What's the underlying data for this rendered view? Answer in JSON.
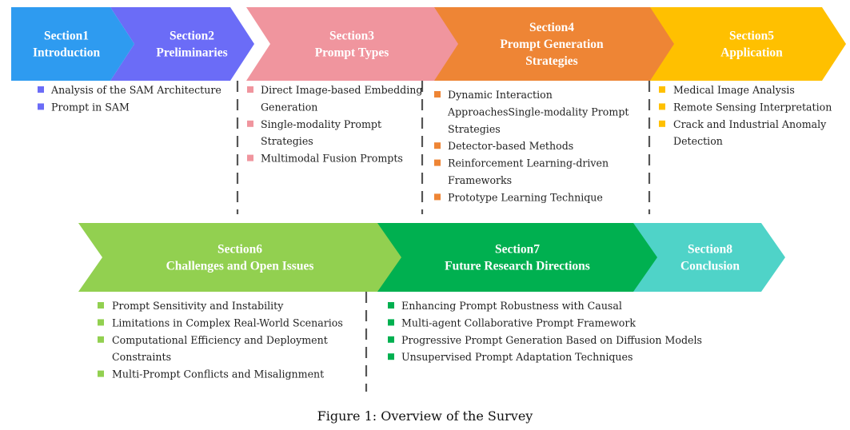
{
  "caption": "Figure 1: Overview of the Survey",
  "sections": [
    {
      "title": [
        "Section1",
        "Introduction"
      ],
      "color": "#2E9BF0",
      "items": [
        [
          "Analysis of the SAM Architecture"
        ],
        [
          "Prompt in SAM"
        ]
      ]
    },
    {
      "title": [
        "Section2",
        "Preliminaries"
      ],
      "color": "#6B6CF7",
      "items": []
    },
    {
      "title": [
        "Section3",
        "Prompt Types"
      ],
      "color": "#F0959E",
      "items": [
        [
          "Direct Image-based Embedding",
          "Generation"
        ],
        [
          "Single-modality Prompt",
          "Strategies"
        ],
        [
          "Multimodal Fusion Prompts"
        ]
      ]
    },
    {
      "title": [
        "Section4",
        "Prompt Generation",
        "Strategies"
      ],
      "color": "#EE8535",
      "items": [
        [
          "Dynamic Interaction",
          "ApproachesSingle-modality Prompt",
          "Strategies"
        ],
        [
          "Detector-based Methods"
        ],
        [
          "Reinforcement Learning-driven",
          "Frameworks"
        ],
        [
          "Prototype Learning Technique"
        ]
      ]
    },
    {
      "title": [
        "Section5",
        "Application"
      ],
      "color": "#FFC000",
      "items": [
        [
          "Medical Image Analysis"
        ],
        [
          "Remote Sensing Interpretation"
        ],
        [
          "Crack and Industrial Anomaly",
          "Detection"
        ]
      ]
    },
    {
      "title": [
        "Section6",
        "Challenges and Open Issues"
      ],
      "color": "#92D050",
      "items": [
        [
          "Prompt Sensitivity and Instability"
        ],
        [
          "Limitations in Complex Real-World Scenarios"
        ],
        [
          "Computational Efficiency and Deployment",
          "Constraints"
        ],
        [
          "Multi-Prompt Conflicts and Misalignment"
        ]
      ]
    },
    {
      "title": [
        "Section7",
        "Future Research Directions"
      ],
      "color": "#00B050",
      "items": [
        [
          "Enhancing Prompt Robustness with Causal"
        ],
        [
          "Multi-agent Collaborative Prompt Framework"
        ],
        [
          "Progressive Prompt Generation Based on Diffusion Models"
        ],
        [
          "Unsupervised Prompt Adaptation Techniques"
        ]
      ]
    },
    {
      "title": [
        "Section8",
        "Conclusion"
      ],
      "color": "#4FD3C8",
      "items": []
    }
  ],
  "bullet_colors": [
    "#6B6CF7",
    "#6B6CF7",
    "#F0959E",
    "#EE8535",
    "#FFC000",
    "#92D050",
    "#00B050",
    "#4FD3C8"
  ]
}
